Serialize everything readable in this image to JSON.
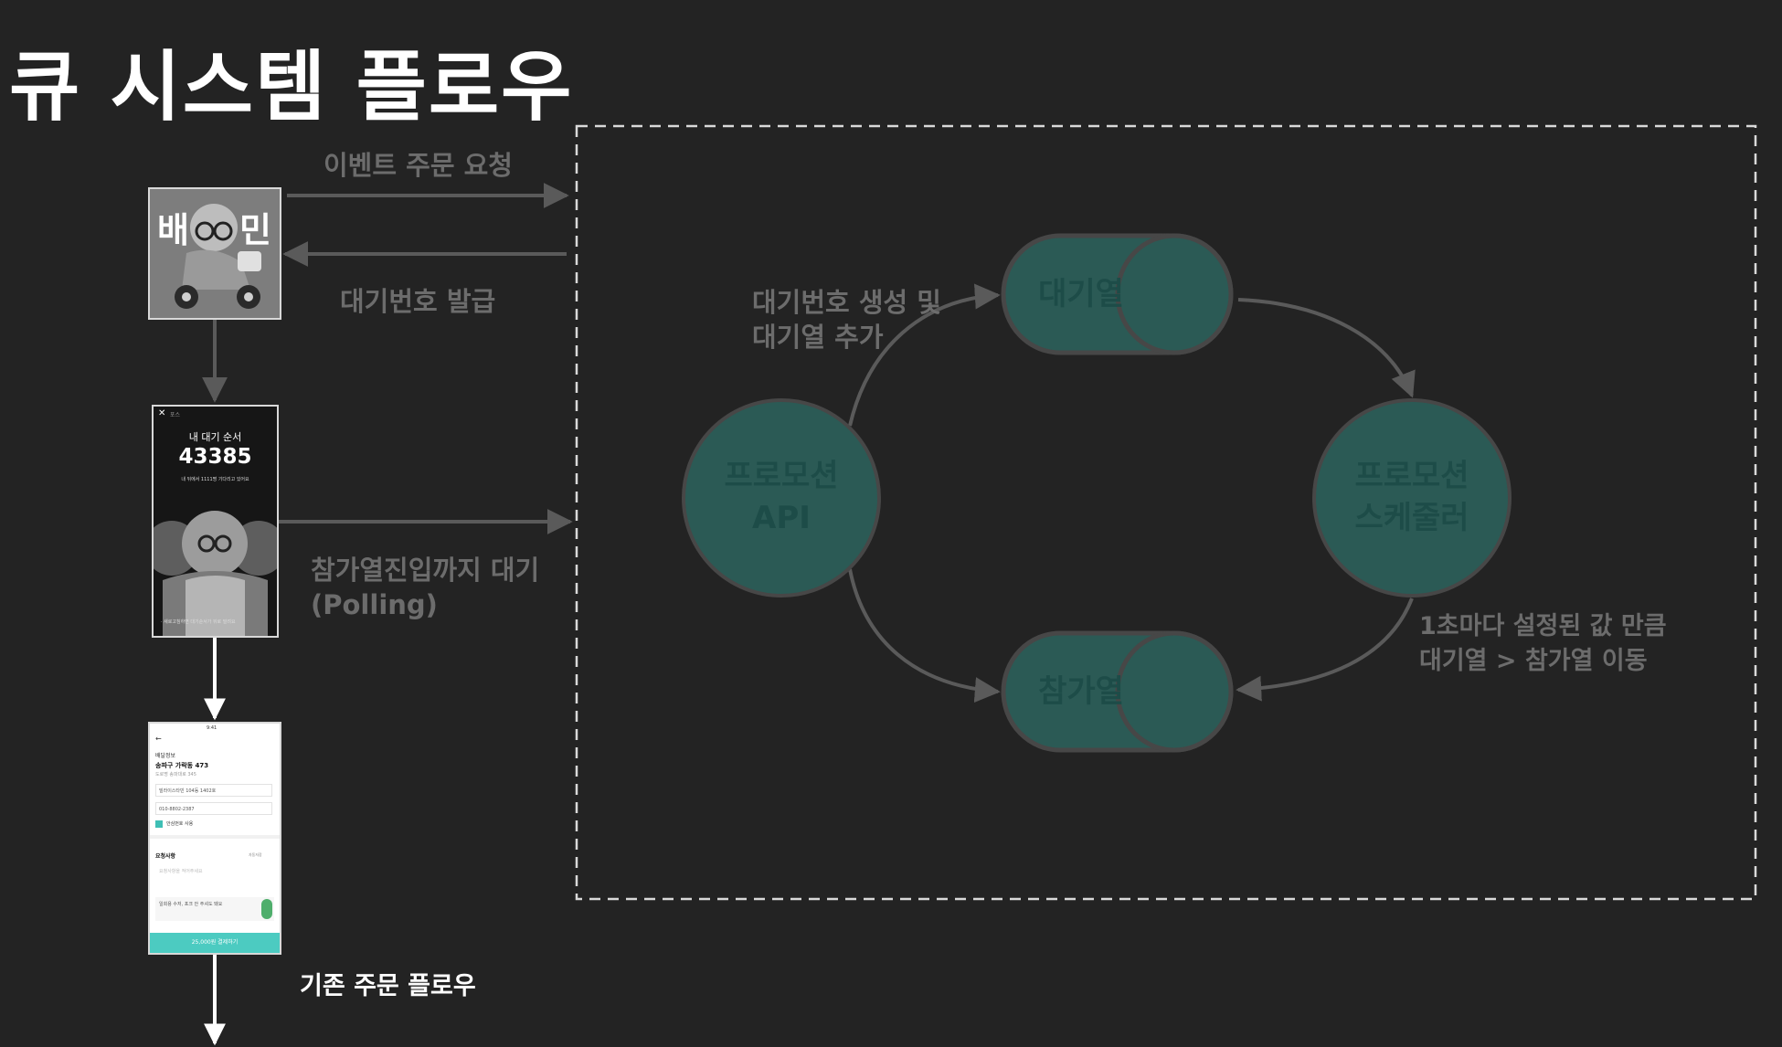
{
  "title": "큐 시스템 플로우",
  "labels": {
    "event_order_request": "이벤트 주문 요청",
    "issue_ticket": "대기번호 발급",
    "wait_until_join": "참가열진입까지 대기",
    "polling": "(Polling)",
    "existing_flow": "기존 주문 플로우",
    "create_ticket_line1": "대기번호 생성 및",
    "create_ticket_line2": "대기열 추가",
    "move_line1": "1초마다 설정된 값 만큼",
    "move_line2": "대기열 > 참가열 이동"
  },
  "nodes": {
    "promotion_api_line1": "프로모션",
    "promotion_api_line2": "API",
    "scheduler_line1": "프로모션",
    "scheduler_line2": "스케줄러",
    "wait_queue": "대기열",
    "join_queue": "참가열"
  },
  "app_logo": {
    "left": "배",
    "right": "민"
  },
  "wait_screen": {
    "close": "✕",
    "small_caption": "포스",
    "heading": "내 대기 순서",
    "number": "43385",
    "subtext": "내 뒤에서 1111명 기다리고 있어요",
    "notes": "· 새로고침하면 대기순서가 뒤로 밀려요"
  },
  "order_screen": {
    "status_bar": "9:41",
    "back": "←",
    "address_caption": "배달정보",
    "address": "송파구 가락동 473",
    "address_detail": "도로명 송파대로 345",
    "field1": "빌라이스타빈 104동 1402호",
    "field2": "010-8802-2387",
    "checkbox_label": "안심번호 사용",
    "section": "요청사항",
    "section_right": "자동저장",
    "placeholder": "요청사항을 적어주세요",
    "notice": "일회용 수저, 포크 안 주셔도 돼요",
    "pay_button": "25,000원 결제하기"
  },
  "colors": {
    "background": "#232323",
    "node_fill": "#2b5a55",
    "node_stroke": "#474747",
    "node_text": "#1d4c48",
    "arrow": "#5a5a5a",
    "white_arrow": "#ffffff",
    "label": "#6c6c6c"
  }
}
